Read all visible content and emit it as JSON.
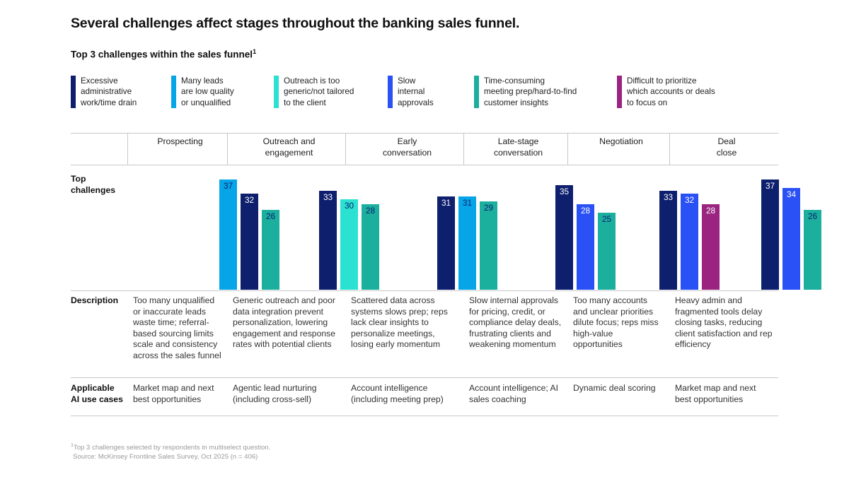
{
  "headline": "Several challenges affect stages throughout the banking sales funnel.",
  "subhead": "Top 3 challenges within the sales funnel",
  "subhead_footnote_marker": "1",
  "colors": {
    "navy": "#0E1F6E",
    "light_blue": "#05A5E8",
    "teal": "#1BAF9E",
    "royal_blue": "#2A51F5",
    "turquoise": "#2BE1D2",
    "magenta": "#9A2480",
    "rule": "#c8c8c8",
    "text": "#1c1c1c",
    "footnote": "#9a9a9a"
  },
  "legend": [
    {
      "label": "Excessive\nadministrative\nwork/time drain",
      "color": "#0E1F6E"
    },
    {
      "label": "Many leads\nare low quality\nor unqualified",
      "color": "#05A5E8"
    },
    {
      "label": "Outreach is too\ngeneric/not tailored\nto the client",
      "color": "#2BE1D2"
    },
    {
      "label": "Slow\ninternal\napprovals",
      "color": "#2A51F5"
    },
    {
      "label": "Time-consuming\nmeeting prep/hard-to-find\ncustomer insights",
      "color": "#1BAF9E"
    },
    {
      "label": "Difficult to prioritize\nwhich accounts or deals\nto focus on",
      "color": "#9A2480"
    }
  ],
  "row_labels": {
    "top_challenges": "Top\nchallenges",
    "description": "Description",
    "ai_use_cases": "Applicable\nAI use cases"
  },
  "chart_data": {
    "type": "bar",
    "title": "Top 3 challenges within the sales funnel",
    "xlabel": "",
    "ylabel": "",
    "ylim": [
      0,
      40
    ],
    "grid": false,
    "legend_position": "top",
    "categories": [
      "Prospecting",
      "Outreach and engagement",
      "Early conversation",
      "Late-stage conversation",
      "Negotiation",
      "Deal close"
    ],
    "groups": [
      {
        "category": "Prospecting",
        "bars": [
          {
            "label": "Many leads are low quality or unqualified",
            "value": 37,
            "color": "#05A5E8",
            "value_color": "#0E1F6E"
          },
          {
            "label": "Excessive administrative work/time drain",
            "value": 32,
            "color": "#0E1F6E",
            "value_color": "#ffffff"
          },
          {
            "label": "Time-consuming meeting prep/hard-to-find customer insights",
            "value": 26,
            "color": "#1BAF9E",
            "value_color": "#0E1F6E"
          }
        ]
      },
      {
        "category": "Outreach and engagement",
        "bars": [
          {
            "label": "Excessive administrative work/time drain",
            "value": 33,
            "color": "#0E1F6E",
            "value_color": "#ffffff"
          },
          {
            "label": "Outreach is too generic/not tailored to the client",
            "value": 30,
            "color": "#2BE1D2",
            "value_color": "#0E1F6E"
          },
          {
            "label": "Time-consuming meeting prep/hard-to-find customer insights",
            "value": 28,
            "color": "#1BAF9E",
            "value_color": "#0E1F6E"
          }
        ]
      },
      {
        "category": "Early conversation",
        "bars": [
          {
            "label": "Excessive administrative work/time drain",
            "value": 31,
            "color": "#0E1F6E",
            "value_color": "#ffffff"
          },
          {
            "label": "Many leads are low quality or unqualified",
            "value": 31,
            "color": "#05A5E8",
            "value_color": "#0E1F6E"
          },
          {
            "label": "Time-consuming meeting prep/hard-to-find customer insights",
            "value": 29,
            "color": "#1BAF9E",
            "value_color": "#0E1F6E"
          }
        ]
      },
      {
        "category": "Late-stage conversation",
        "bars": [
          {
            "label": "Excessive administrative work/time drain",
            "value": 35,
            "color": "#0E1F6E",
            "value_color": "#ffffff"
          },
          {
            "label": "Slow internal approvals",
            "value": 28,
            "color": "#2A51F5",
            "value_color": "#ffffff"
          },
          {
            "label": "Time-consuming meeting prep/hard-to-find customer insights",
            "value": 25,
            "color": "#1BAF9E",
            "value_color": "#0E1F6E"
          }
        ]
      },
      {
        "category": "Negotiation",
        "bars": [
          {
            "label": "Excessive administrative work/time drain",
            "value": 33,
            "color": "#0E1F6E",
            "value_color": "#ffffff"
          },
          {
            "label": "Slow internal approvals",
            "value": 32,
            "color": "#2A51F5",
            "value_color": "#ffffff"
          },
          {
            "label": "Difficult to prioritize which accounts or deals to focus on",
            "value": 28,
            "color": "#9A2480",
            "value_color": "#ffffff"
          }
        ]
      },
      {
        "category": "Deal close",
        "bars": [
          {
            "label": "Excessive administrative work/time drain",
            "value": 37,
            "color": "#0E1F6E",
            "value_color": "#ffffff"
          },
          {
            "label": "Slow internal approvals",
            "value": 34,
            "color": "#2A51F5",
            "value_color": "#ffffff"
          },
          {
            "label": "Time-consuming meeting prep/hard-to-find customer insights",
            "value": 26,
            "color": "#1BAF9E",
            "value_color": "#0E1F6E"
          }
        ]
      }
    ]
  },
  "columns": [
    {
      "header": "Prospecting",
      "description": "Too many unqualified or inaccurate leads waste time; referral-based sourcing limits scale and consistency across the sales funnel",
      "ai_use_cases": "Market map and next best opportunities"
    },
    {
      "header": "Outreach and\nengagement",
      "description": "Generic outreach and poor data integration prevent personalization, lowering engagement and response rates with potential clients",
      "ai_use_cases": "Agentic lead nurturing (including cross-sell)"
    },
    {
      "header": "Early\nconversation",
      "description": "Scattered data across systems slows prep; reps lack clear insights to personalize meetings, losing early momentum",
      "ai_use_cases": "Account intelligence (including meeting prep)"
    },
    {
      "header": "Late-stage\nconversation",
      "description": "Slow internal approvals for pricing, credit, or compliance delay deals, frustrating clients and weakening momentum",
      "ai_use_cases": "Account intelligence; AI sales coaching"
    },
    {
      "header": "Negotiation",
      "description": "Too many accounts and unclear priorities dilute focus; reps miss high-value opportunities",
      "ai_use_cases": "Dynamic deal scoring"
    },
    {
      "header": "Deal\nclose",
      "description": "Heavy admin and fragmented tools delay closing tasks, reducing client satisfaction and rep efficiency",
      "ai_use_cases": "Market map and next best opportunities"
    }
  ],
  "footnote": {
    "marker": "1",
    "line1": "Top 3 challenges selected by respondents in multiselect question.",
    "line2": "Source: McKinsey Frontline Sales Survey, Oct 2025 (n = 406)"
  }
}
